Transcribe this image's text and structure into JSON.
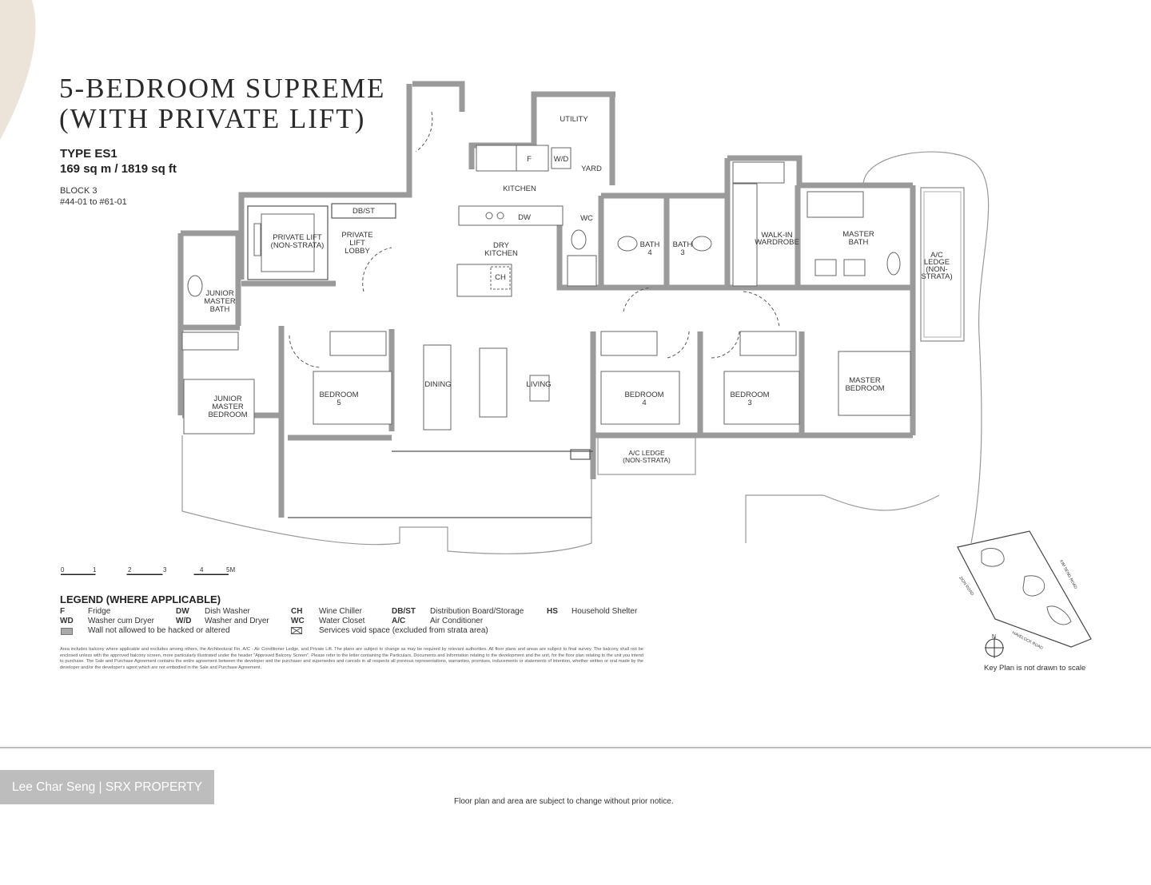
{
  "header": {
    "title_line1": "5-BEDROOM SUPREME",
    "title_line2": "(WITH PRIVATE LIFT)",
    "unit_type": "TYPE ES1",
    "area": "169 sq m / 1819 sq ft",
    "block": "BLOCK 3",
    "units": "#44-01 to #61-01"
  },
  "rooms": {
    "utility": [
      "UTILITY"
    ],
    "yard": [
      "YARD"
    ],
    "kitchen": [
      "KITCHEN"
    ],
    "fridge": [
      "F"
    ],
    "washer_dryer": [
      "W/D"
    ],
    "dish_washer": [
      "DW"
    ],
    "wc": [
      "WC"
    ],
    "db_st": [
      "DB/ST"
    ],
    "private_lift": [
      "PRIVATE LIFT",
      "(NON-STRATA)"
    ],
    "private_lift_lobby": [
      "PRIVATE",
      "LIFT",
      "LOBBY"
    ],
    "dry_kitchen": [
      "DRY",
      "KITCHEN"
    ],
    "wine_chiller": [
      "CH"
    ],
    "bath4": [
      "BATH",
      "4"
    ],
    "bath3": [
      "BATH",
      "3"
    ],
    "walk_in_wardrobe": [
      "WALK-IN",
      "WARDROBE"
    ],
    "master_bath": [
      "MASTER",
      "BATH"
    ],
    "ac_ledge_right": [
      "A/C",
      "LEDGE",
      "(NON-",
      "STRATA)"
    ],
    "junior_master_bath": [
      "JUNIOR",
      "MASTER",
      "BATH"
    ],
    "junior_master_bedroom": [
      "JUNIOR",
      "MASTER",
      "BEDROOM"
    ],
    "bedroom5": [
      "BEDROOM",
      "5"
    ],
    "dining": [
      "DINING"
    ],
    "living": [
      "LIVING"
    ],
    "bedroom4": [
      "BEDROOM",
      "4"
    ],
    "bedroom3": [
      "BEDROOM",
      "3"
    ],
    "master_bedroom": [
      "MASTER",
      "BEDROOM"
    ],
    "ac_ledge_bottom": [
      "A/C LEDGE",
      "(NON-STRATA)"
    ]
  },
  "scale": {
    "ticks": [
      "0",
      "1",
      "2",
      "3",
      "4",
      "5M"
    ]
  },
  "legend": {
    "title": "LEGEND (WHERE APPLICABLE)",
    "items": [
      {
        "code": "F",
        "label": "Fridge"
      },
      {
        "code": "DW",
        "label": "Dish Washer"
      },
      {
        "code": "CH",
        "label": "Wine Chiller"
      },
      {
        "code": "DB/ST",
        "label": "Distribution Board/Storage"
      },
      {
        "code": "HS",
        "label": "Household Shelter"
      },
      {
        "code": "WD",
        "label": "Washer cum Dryer"
      },
      {
        "code": "W/D",
        "label": "Washer and Dryer"
      },
      {
        "code": "WC",
        "label": "Water Closet"
      },
      {
        "code": "A/C",
        "label": "Air Conditioner"
      }
    ],
    "wall_note": "Wall not allowed to be hacked or altered",
    "void_note": "Services void space (excluded from strata area)"
  },
  "disclaimer": "Area includes balcony where applicable and excludes among others, the Architectural Fin, A/C - Air Conditioner Ledge, and Private Lift. The plans are subject to change as may be required by relevant authorities. All floor plans and areas are subject to final survey. The balcony shall not be enclosed unless with the approved balcony screen, more particularly illustrated under the header \"Approved Balcony Screen\". Please refer to the letter containing the Particulars, Documents and Information relating to the development and the unit, for the floor plan relating to the unit you intend to purchase. The Sale and Purchase Agreement contains the entire agreement between the developer and the purchaser and supersedes and cancels in all respects all previous representations, warranties, promises, inducements or statements of intention, whether written or oral made by the developer and/or the developer's agent which are not embodied in the Sale and Purchase Agreement.",
  "key_plan": {
    "roads": [
      "ZION ROAD",
      "KIM SENG ROAD",
      "HAVELOCK ROAD"
    ],
    "north": "N",
    "note": "Key Plan is not drawn to scale"
  },
  "colors": {
    "wall_fill": "#9a9a9a",
    "accent_curve": "#e8dfd3",
    "watermark_bg": "#bdbdbd"
  },
  "footer": {
    "watermark": "Lee Char Seng | SRX PROPERTY",
    "notice": "Floor plan and area are subject to change without prior notice."
  }
}
